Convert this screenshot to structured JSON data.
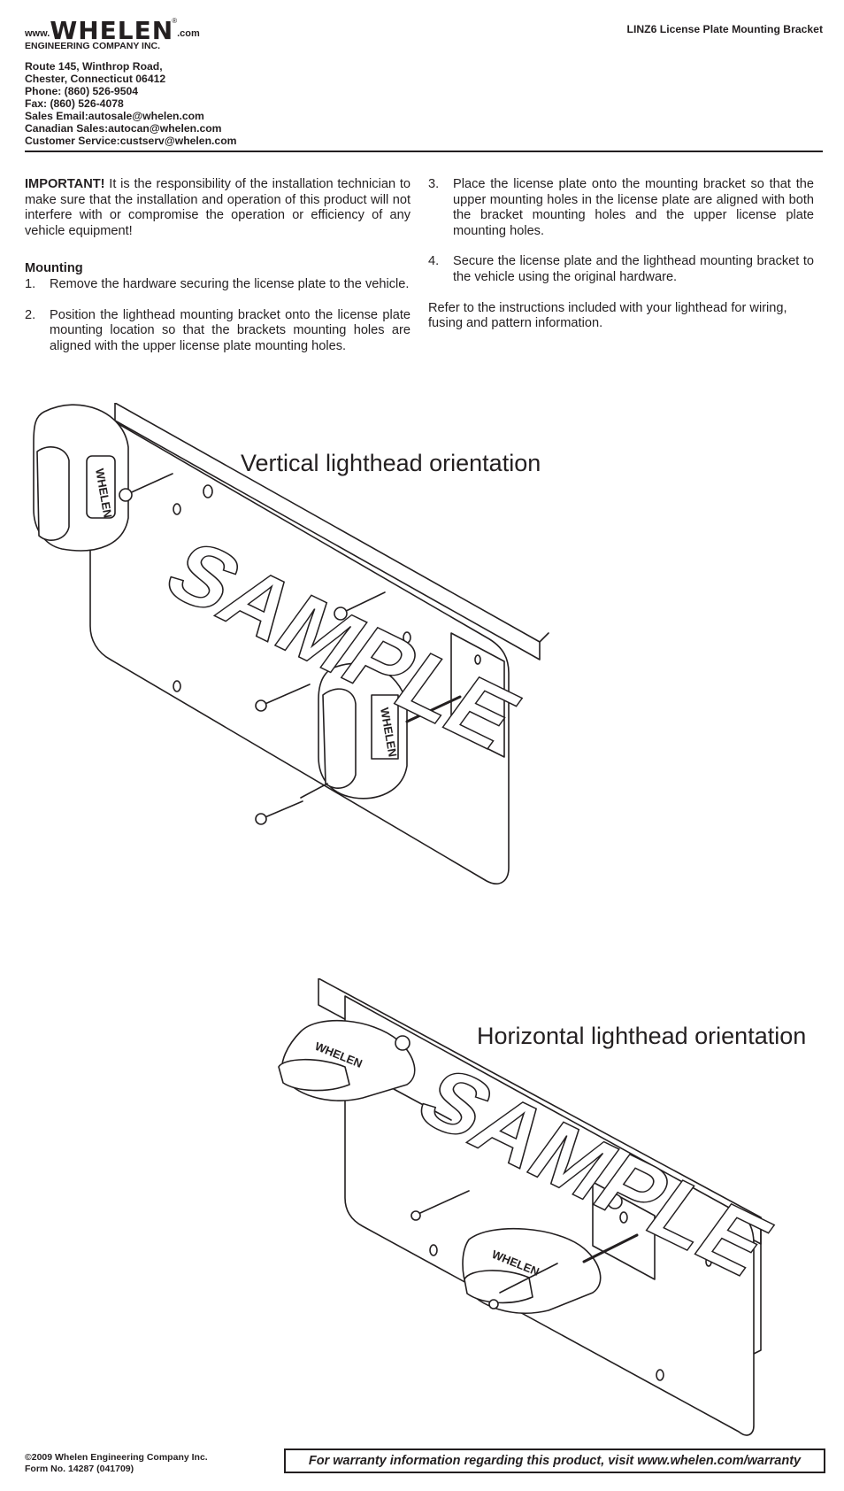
{
  "header": {
    "logo": {
      "prefix": "www.",
      "brand": "WHELEN",
      "suffix": ".com",
      "registered": "®",
      "company": "ENGINEERING COMPANY INC."
    },
    "address_lines": [
      "Route 145, Winthrop Road,",
      "Chester, Connecticut 06412",
      "Phone: (860) 526-9504",
      "Fax: (860) 526-4078",
      "Sales Email:autosale@whelen.com",
      "Canadian Sales:autocan@whelen.com",
      "Customer Service:custserv@whelen.com"
    ],
    "title": "LINZ6 License Plate Mounting Bracket"
  },
  "intro": {
    "important_label": "IMPORTANT!",
    "important_text": " It is the responsibility of the installation technician to make sure that the installation and operation of this product will not interfere with or compromise the operation or efficiency of any vehicle equipment!"
  },
  "mounting": {
    "heading": "Mounting",
    "steps": [
      {
        "num": "1.",
        "text": "Remove the hardware securing the license plate to the vehicle."
      },
      {
        "num": "2.",
        "text": "Position the lighthead mounting bracket onto the license plate mounting location so that the brackets mounting holes are aligned with the upper license plate mounting holes."
      },
      {
        "num": "3.",
        "text": "Place the license plate onto the mounting bracket so that the upper mounting holes in the license plate are aligned with both the bracket mounting holes and the upper license plate mounting holes."
      },
      {
        "num": "4.",
        "text": "Secure the license plate and the lighthead mounting bracket to the vehicle using the original hardware."
      }
    ],
    "note": "Refer to the instructions included with your lighthead for wiring, fusing and pattern information."
  },
  "figures": {
    "vertical_caption": "Vertical lighthead orientation",
    "horizontal_caption": "Horizontal lighthead orientation",
    "plate_text": "SAMPLE",
    "lighthead_logo": "WHELEN"
  },
  "footer": {
    "copyright": "©2009 Whelen Engineering Company Inc.",
    "form": "Form No. 14287 (041709)",
    "warranty": "For warranty information regarding this product, visit  www.whelen.com/warranty"
  }
}
